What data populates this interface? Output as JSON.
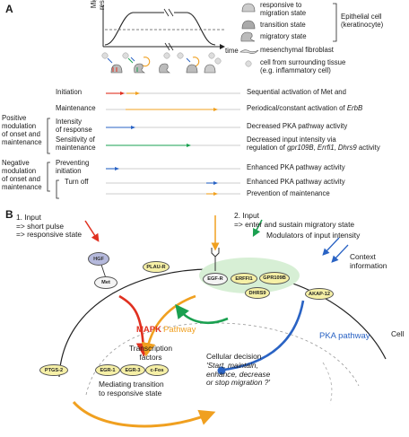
{
  "panel_a": {
    "label": "A",
    "y_axis": "Migratory\nresponse",
    "x_axis": "time",
    "legend": [
      {
        "text": "responsive to\nmigration state",
        "icon": "responsive-cell-icon"
      },
      {
        "text": "transition state",
        "icon": "transition-cell-icon"
      },
      {
        "text": "migratory state",
        "icon": "migratory-cell-icon"
      },
      {
        "text": "mesenchymal fibroblast",
        "icon": "fibroblast-icon"
      },
      {
        "text": "cell from surrounding tissue\n(e.g. inflammatory cell)",
        "icon": "inflammatory-cell-icon"
      }
    ],
    "epithelial_label": "Epithelial cell\n(keratinocyte)",
    "group_positive": "Positive\nmodulation\nof onset and\nmaintenance",
    "group_negative": "Negative\nmodulation\nof onset and\nmaintenance",
    "rows": [
      {
        "label": "Initiation",
        "desc": "Sequential activation of Met and",
        "arrow_color": "#e03020"
      },
      {
        "label": "Maintenance",
        "desc": "Periodical/constant activation of ErbB",
        "arrow_color": "#f0a020"
      },
      {
        "label": "Intensity\nof response",
        "desc": "Decreased PKA pathway activity",
        "arrow_color": "#2a63c4"
      },
      {
        "label": "Sensitivity of\nmaintenance",
        "desc": "Decreased input intensity via\nregulation of gpr109B, Errfi1, Dhrs9 activity",
        "arrow_color": "#1aa050"
      },
      {
        "label": "Preventing\ninitiation",
        "desc": "Enhanced PKA pathway activity",
        "arrow_color": "#2a63c4"
      },
      {
        "label": "Turn off",
        "desc": "Enhanced PKA pathway activity",
        "arrow_color": "#2a63c4"
      },
      {
        "label": "",
        "desc": "Prevention of maintenance",
        "arrow_color": "#f0a020"
      }
    ]
  },
  "panel_b": {
    "label": "B",
    "input1": "1. Input\n=> short pulse\n=> responsive state",
    "input2": "2. Input\n=> enter and sustain migratory state",
    "modulators": "Modulators of input intensity",
    "context": "Context\ninformation",
    "nodes": {
      "hgf": "HGF",
      "met": "Met",
      "plaur": "PLAU-R",
      "egfr": "EGF-R",
      "errfi1": "ERFFI1",
      "gpr109b": "GPR109B",
      "dhrs9": "DHRS9",
      "akap12": "AKAP-12",
      "ptgs2": "PTGS-2",
      "egr1": "EGR-1",
      "egr3": "EGR-3",
      "cfos": "c-Fos"
    },
    "mapk": "MAPK",
    "pathway": "Pathway",
    "pka": "PKA pathway",
    "tf": "Transcription\nfactors",
    "decision_title": "Cellular decision",
    "decision_quote": "'Start, maintain,\nenhance, decrease\nor stop migration ?'",
    "mediating": "Mediating transition\nto responsive state",
    "cell_label": "Cell",
    "colors": {
      "red": "#e03020",
      "orange": "#f0a020",
      "blue": "#2a63c4",
      "green": "#1aa050"
    }
  }
}
